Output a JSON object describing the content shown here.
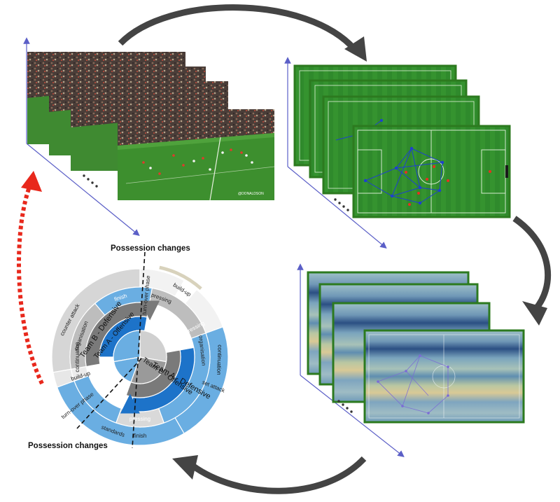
{
  "phase_wheel": {
    "possession_changes_top": "Possession changes",
    "possession_changes_bottom": "Possession changes",
    "team_b_defensive": "Team B - Defensive",
    "team_a_offensive": "Team A - Offensive",
    "team_a_defensive": "Team A - Defensive",
    "team_b_offensive": "Team B - Offensive",
    "outer_labels": {
      "counter_attack": "counter attack",
      "build_up_outer": "build-up",
      "set_attack": "set attack"
    },
    "middle_labels": {
      "organisation_left": "organisation",
      "build_up_left": "build-up",
      "turn_over_left": "turn-over phase",
      "turn_over_top": "turn-over phase",
      "organisation_right": "organisation",
      "standards": "standards"
    },
    "inner_labels": {
      "finish_top": "finish",
      "continuation_left": "continuation",
      "pressing_top": "pressing",
      "pressing_right": "pressing",
      "continuation_right": "continuation",
      "pressing_bottom": "pressing",
      "finish_bottom": "finish"
    }
  },
  "video_frames": {
    "watermark": "@DONALDSON"
  },
  "colors": {
    "pitch_green": "#2f8a2c",
    "pitch_border": "#2c7a1f",
    "axis_blue": "#5b5fc7",
    "cycle_arrow": "#444444",
    "feedback_arrow": "#e8281c",
    "wheel_light_blue": "#6aaee2",
    "wheel_dark_blue": "#1d73c9",
    "wheel_gray": "#b7b7b7",
    "wheel_dark_gray": "#7a7a7a"
  }
}
